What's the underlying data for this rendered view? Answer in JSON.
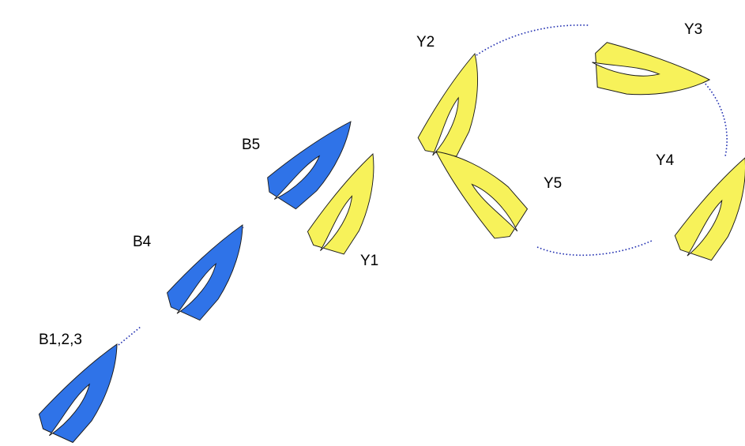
{
  "colors": {
    "blue_boat": "#2f73e8",
    "yellow_boat": "#f7f25a",
    "sail": "#ffffff",
    "outline": "#1a1a1a",
    "track": "#1f2db0",
    "label": "#000000"
  },
  "boats": [
    {
      "id": "B1,2,3",
      "label": "B1,2,3",
      "team": "blue"
    },
    {
      "id": "B4",
      "label": "B4",
      "team": "blue"
    },
    {
      "id": "B5",
      "label": "B5",
      "team": "blue"
    },
    {
      "id": "Y1",
      "label": "Y1",
      "team": "yellow"
    },
    {
      "id": "Y2",
      "label": "Y2",
      "team": "yellow"
    },
    {
      "id": "Y3",
      "label": "Y3",
      "team": "yellow"
    },
    {
      "id": "Y4",
      "label": "Y4",
      "team": "yellow"
    },
    {
      "id": "Y5",
      "label": "Y5",
      "team": "yellow"
    }
  ]
}
